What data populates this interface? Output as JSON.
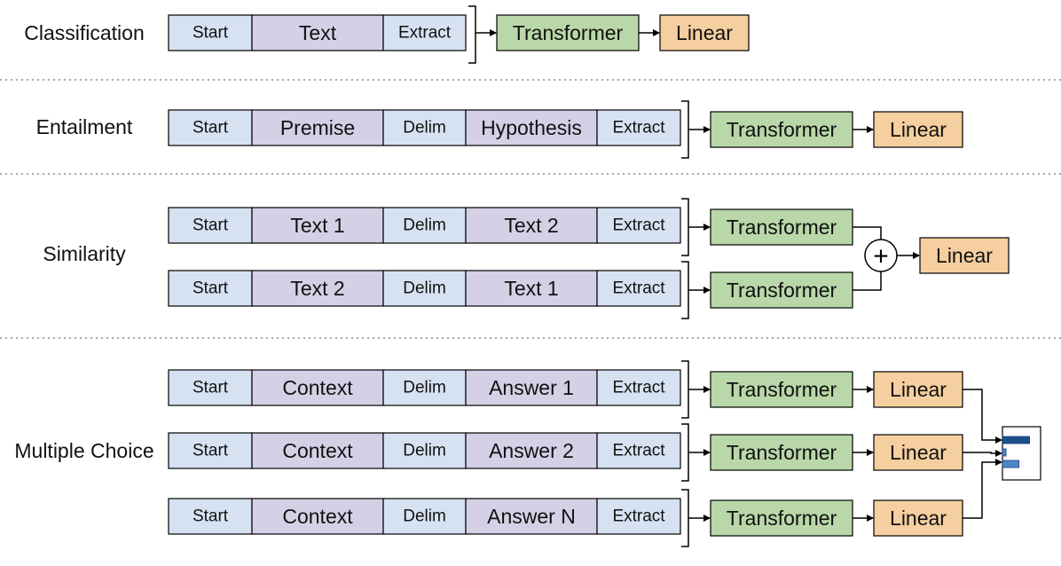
{
  "colors": {
    "token_special": "#d6e2f1",
    "token_text": "#d5d0e6",
    "transformer": "#b9d7a8",
    "linear": "#f5cf9f",
    "stroke": "#000000",
    "divider": "#888888",
    "bar_dark": "#1f4e8c",
    "bar_light": "#4f86c6"
  },
  "tasks": [
    {
      "title": "Classification",
      "sequences": [
        [
          "Start",
          "Text",
          "Extract"
        ]
      ],
      "transformer": "Transformer",
      "linear": "Linear",
      "combine": "none"
    },
    {
      "title": "Entailment",
      "sequences": [
        [
          "Start",
          "Premise",
          "Delim",
          "Hypothesis",
          "Extract"
        ]
      ],
      "transformer": "Transformer",
      "linear": "Linear",
      "combine": "none"
    },
    {
      "title": "Similarity",
      "sequences": [
        [
          "Start",
          "Text 1",
          "Delim",
          "Text 2",
          "Extract"
        ],
        [
          "Start",
          "Text 2",
          "Delim",
          "Text 1",
          "Extract"
        ]
      ],
      "transformer": "Transformer",
      "linear": "Linear",
      "combine": "sum",
      "combine_symbol": "+"
    },
    {
      "title": "Multiple Choice",
      "sequences": [
        [
          "Start",
          "Context",
          "Delim",
          "Answer 1",
          "Extract"
        ],
        [
          "Start",
          "Context",
          "Delim",
          "Answer 2",
          "Extract"
        ],
        [
          "Start",
          "Context",
          "Delim",
          "Answer N",
          "Extract"
        ]
      ],
      "transformer": "Transformer",
      "linear": "Linear",
      "combine": "softmax",
      "output_bars": [
        0.9,
        0.12,
        0.55
      ]
    }
  ]
}
